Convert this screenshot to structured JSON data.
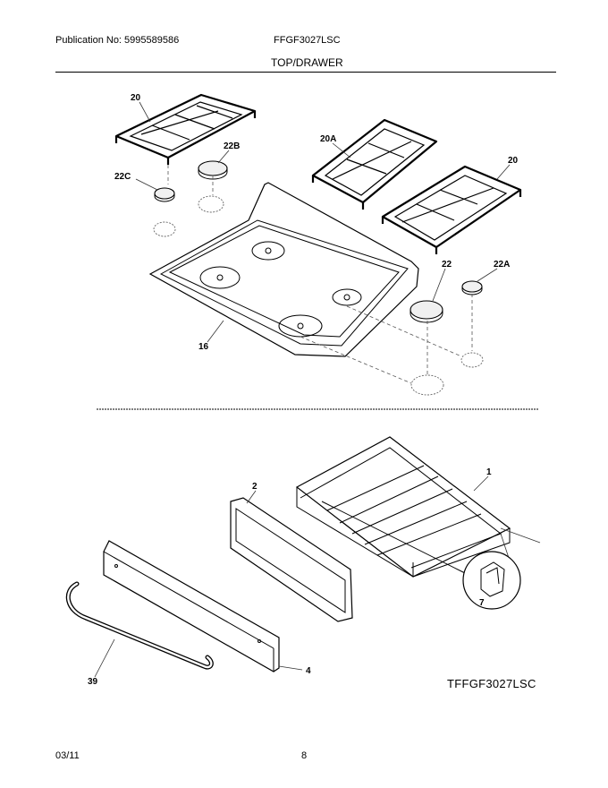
{
  "header": {
    "publication": "Publication No: 5995589586",
    "model": "FFGF3027LSC",
    "section_title": "TOP/DRAWER"
  },
  "callouts": {
    "grate_left": "20",
    "cap_large_top": "22B",
    "cap_small_left": "22C",
    "grate_middle": "20A",
    "grate_right": "20",
    "cap_large_right": "22",
    "cap_small_right": "22A",
    "cooktop": "16",
    "drawer_body": "1",
    "drawer_glass": "2",
    "drawer_front": "4",
    "handle": "39",
    "clip": "7"
  },
  "diagram_model": "TFFGF3027LSC",
  "footer": {
    "date": "03/11",
    "page": "8"
  }
}
